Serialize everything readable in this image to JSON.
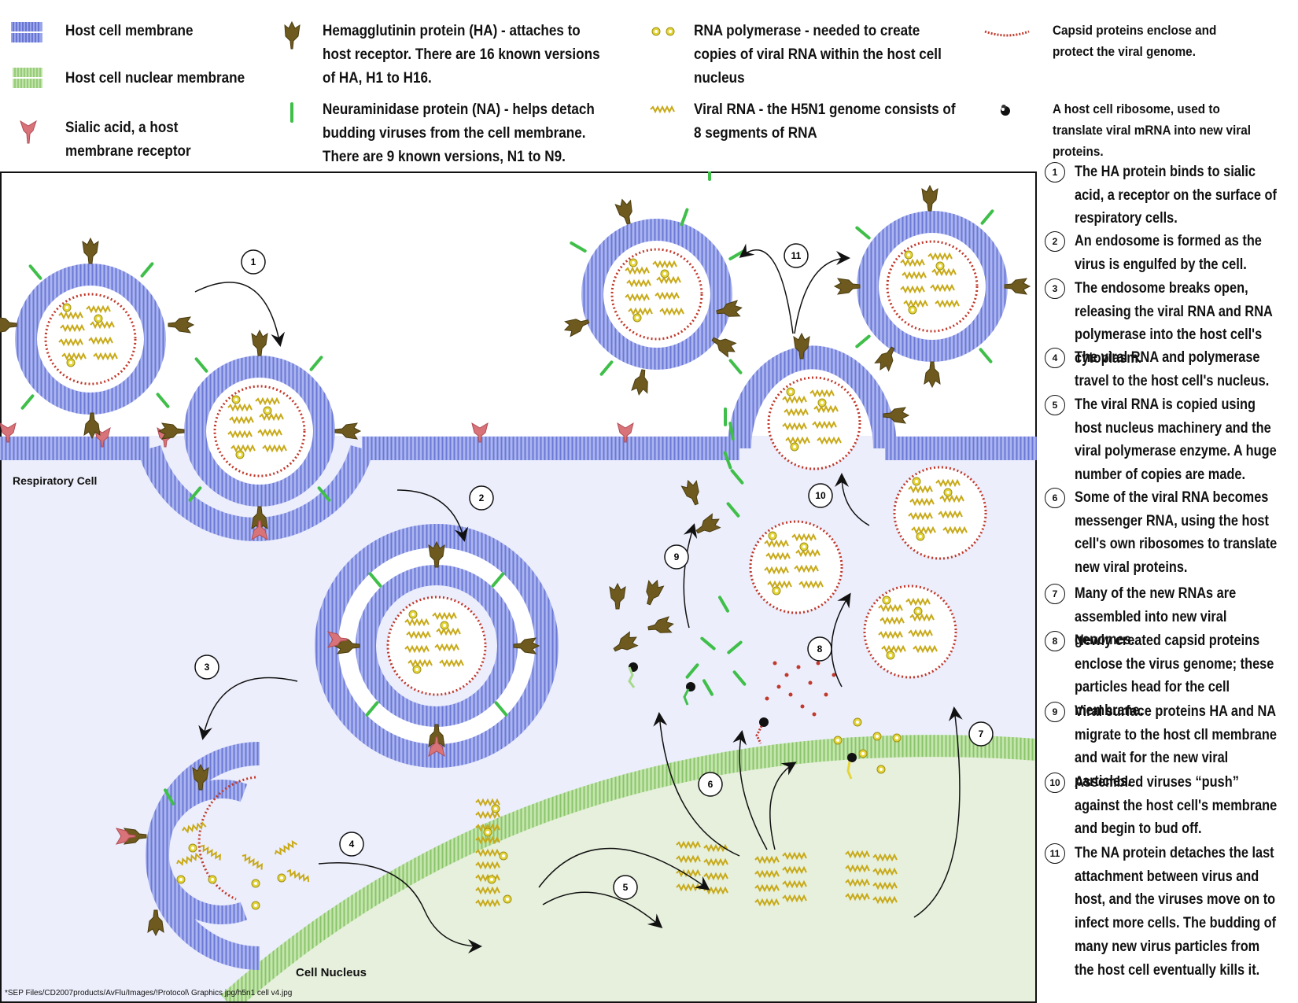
{
  "legend": {
    "host_membrane": "Host cell membrane",
    "nuclear_membrane": "Host cell nuclear membrane",
    "sialic_acid": "Sialic acid, a host membrane receptor",
    "ha": "Hemagglutinin protein (HA) - attaches to host receptor. There are 16 known versions of HA, H1 to H16.",
    "na": "Neuraminidase protein (NA) - helps detach budding viruses from the cell membrane. There are 9 known versions, N1 to N9.",
    "polymerase": "RNA polymerase - needed to create copies of viral RNA within the host cell nucleus",
    "viral_rna": "Viral RNA - the H5N1 genome consists of 8 segments of RNA",
    "capsid": "Capsid proteins enclose and protect the viral genome.",
    "ribosome": "A host cell ribosome, used to translate viral mRNA into new viral proteins."
  },
  "colors": {
    "membrane_blue": "#7f8fe0",
    "nuclear_green": "#a6d98a",
    "cytoplasm": "#eceefb",
    "nucleus": "#e6f0dc",
    "capsid_red": "#c0392b",
    "ha_olive": "#6e5a1e",
    "na_green": "#3fbf4a",
    "sialic_pink": "#d9737a",
    "rna_yellow": "#c8a918"
  },
  "diagram": {
    "respiratory_cell": "Respiratory Cell",
    "cell_nucleus": "Cell Nucleus",
    "arrow_labels": [
      "1",
      "2",
      "3",
      "4",
      "5",
      "6",
      "7",
      "8",
      "9",
      "10",
      "11"
    ]
  },
  "steps": [
    {
      "num": "1",
      "text": "The HA protein binds to sialic acid, a receptor on the surface of respiratory cells."
    },
    {
      "num": "2",
      "text": "An endosome is formed as the virus is engulfed by the cell."
    },
    {
      "num": "3",
      "text": "The endosome breaks open, releasing the viral RNA and RNA polymerase into the host cell's cytoplasm."
    },
    {
      "num": "4",
      "text": "The viral RNA and polymerase travel to the host cell's nucleus."
    },
    {
      "num": "5",
      "text": "The viral RNA is copied using host nucleus machinery and the viral polymerase enzyme. A huge number of copies are made."
    },
    {
      "num": "6",
      "text": "Some of the viral RNA becomes messenger RNA, using the host cell's own ribosomes to translate new viral proteins."
    },
    {
      "num": "7",
      "text": "Many of the new RNAs are assembled into new viral genomes."
    },
    {
      "num": "8",
      "text": "Newly created capsid proteins enclose the virus genome; these particles head for the cell membrane."
    },
    {
      "num": "9",
      "text": "Viral surface proteins HA and NA migrate to the host cll membrane and wait for the new viral particles."
    },
    {
      "num": "10",
      "text": "Assembled viruses “push” against the host cell's membrane and begin to bud off."
    },
    {
      "num": "11",
      "text": "The NA protein detaches the last attachment between virus and host, and the viruses move on to infect more cells. The budding of many new virus particles from the host cell eventually kills it."
    }
  ],
  "footnote": "*SEP Files/CD2007products/AvFlu/Images/!Protocol\\ Graphics jpg/h5n1 cell v4.jpg"
}
